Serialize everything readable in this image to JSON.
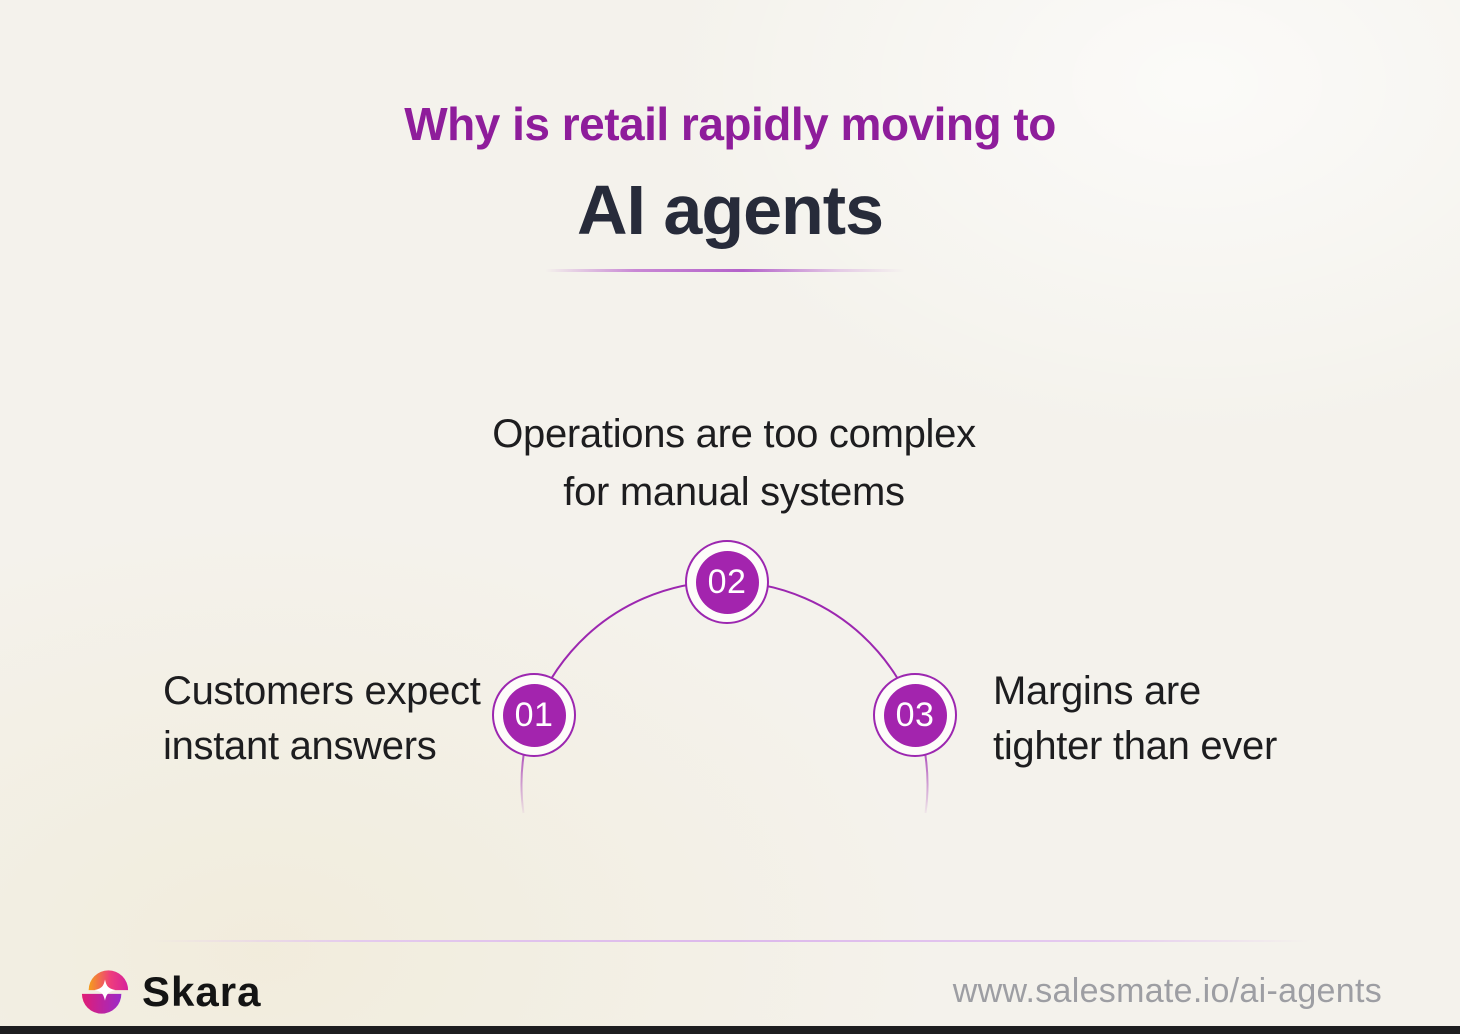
{
  "header": {
    "kicker": "Why is retail rapidly moving to",
    "title": "AI agents",
    "kicker_color": "#8e1d9b",
    "title_color": "#272b3a"
  },
  "diagram": {
    "accent_color": "#9c27b0",
    "node_fill_color": "#a324ae",
    "nodes": [
      {
        "number": "01",
        "caption_line1": "Customers expect",
        "caption_line2": "instant answers"
      },
      {
        "number": "02",
        "caption_line1": "Operations are too complex",
        "caption_line2": "for manual systems"
      },
      {
        "number": "03",
        "caption_line1": "Margins are",
        "caption_line2": "tighter than ever"
      }
    ]
  },
  "footer": {
    "brand": "Skara",
    "url": "www.salesmate.io/ai-agents",
    "logo_colors": {
      "orange": "#f59e1b",
      "pink": "#ee3d7c",
      "magenta": "#e11d74",
      "purple": "#9b2bc9"
    }
  }
}
